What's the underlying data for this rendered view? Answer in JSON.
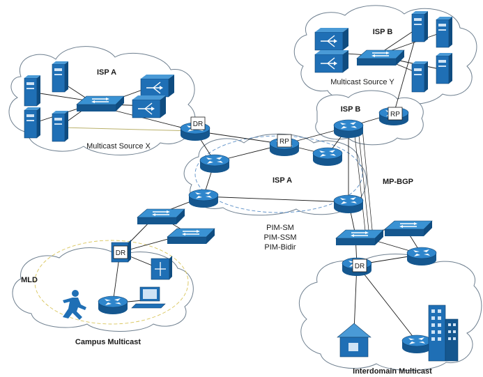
{
  "labels": {
    "isp_a_top": "ISP A",
    "isp_b_top": "ISP B",
    "isp_b_mid": "ISP B",
    "isp_a_center": "ISP A",
    "mp_bgp": "MP-BGP",
    "source_x": "Multicast Source X",
    "source_y": "Multicast Source Y",
    "pim_sm": "PIM-SM",
    "pim_ssm": "PIM-SSM",
    "pim_bidir": "PIM-Bidir",
    "mld": "MLD",
    "campus": "Campus Multicast",
    "interdomain": "Interdomain Multicast"
  },
  "tags": {
    "dr": "DR",
    "rp": "RP"
  },
  "colors": {
    "device_blue": "#1f6fb5",
    "device_light": "#4a9ad6",
    "cloud_stroke": "#6e7f8f",
    "link": "#1a1a1a",
    "source_link": "#b9b06a",
    "dashed_blue": "#5b8fc7",
    "dashed_yellow": "#d9c55a"
  }
}
